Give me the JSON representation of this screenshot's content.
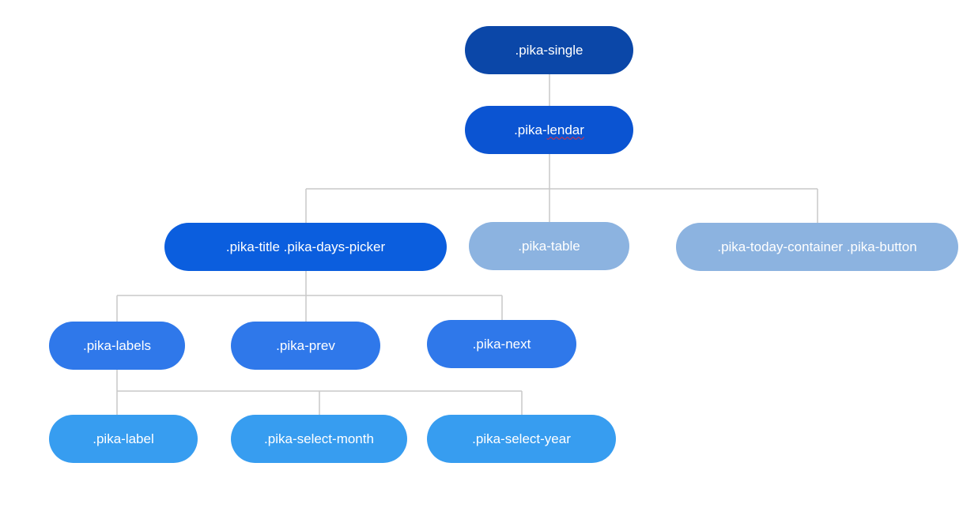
{
  "diagram": {
    "type": "tree",
    "nodes": [
      {
        "id": "n1",
        "label": ".pika-single",
        "color": "#0b47a8"
      },
      {
        "id": "n2",
        "label_prefix": ".pika-",
        "label_marked": "lendar",
        "color": "#0b54d2"
      },
      {
        "id": "n3",
        "label": ".pika-title .pika-days-picker",
        "color": "#0b5ede"
      },
      {
        "id": "n4",
        "label": ".pika-table",
        "color": "#8cb3e0"
      },
      {
        "id": "n5",
        "label": ".pika-today-container .pika-button",
        "color": "#8cb3e0"
      },
      {
        "id": "n6",
        "label": ".pika-labels",
        "color": "#2f78ea"
      },
      {
        "id": "n7",
        "label": ".pika-prev",
        "color": "#2f78ea"
      },
      {
        "id": "n8",
        "label": ".pika-next",
        "color": "#2f78ea"
      },
      {
        "id": "n9",
        "label": ".pika-label",
        "color": "#379df0"
      },
      {
        "id": "n10",
        "label": ".pika-select-month",
        "color": "#379df0"
      },
      {
        "id": "n11",
        "label": ".pika-select-year",
        "color": "#379df0"
      }
    ],
    "edges": [
      [
        "n1",
        "n2"
      ],
      [
        "n2",
        "n3"
      ],
      [
        "n2",
        "n4"
      ],
      [
        "n2",
        "n5"
      ],
      [
        "n3",
        "n6"
      ],
      [
        "n3",
        "n7"
      ],
      [
        "n3",
        "n8"
      ],
      [
        "n6",
        "n9"
      ],
      [
        "n6",
        "n10"
      ],
      [
        "n6",
        "n11"
      ]
    ],
    "connector_color": "#c8c8c8",
    "spellcheck_underline_color": "#e0303a"
  }
}
